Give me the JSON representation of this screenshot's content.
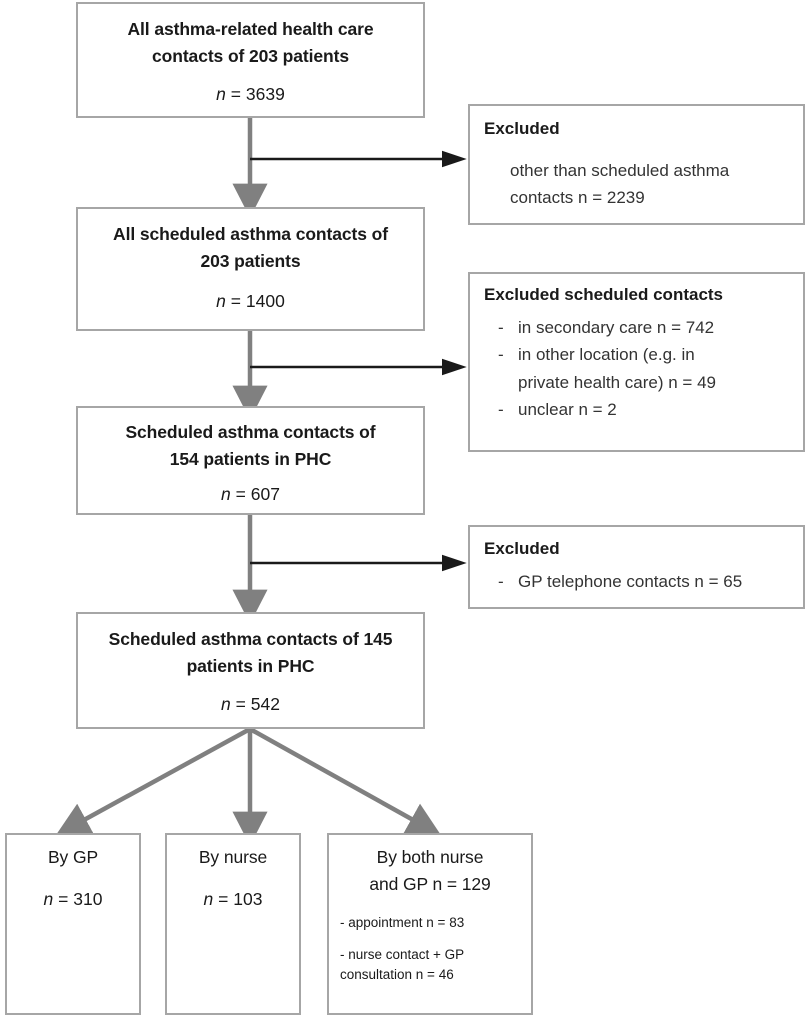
{
  "diagram": {
    "title": "Asthma health care contacts patient flow diagram",
    "colors": {
      "box_border": "#a6a6a6",
      "main_arrow": "#808080",
      "branch_arrow": "#1a1a1a",
      "text": "#1a1a1a",
      "background": "#ffffff"
    },
    "main_flow": [
      {
        "id": "all-contacts",
        "line1": "All asthma-related health care",
        "line2": "contacts of 203 patients",
        "n_label": "n",
        "n_eq": "=",
        "n_value": "3639"
      },
      {
        "id": "all-scheduled",
        "line1": "All scheduled asthma contacts of",
        "line2": "203 patients",
        "n_label": "n",
        "n_eq": "=",
        "n_value": "1400"
      },
      {
        "id": "scheduled-phc-154",
        "line1": "Scheduled asthma contacts of",
        "line2": "154 patients in PHC",
        "n_label": "n",
        "n_eq": "=",
        "n_value": "607"
      },
      {
        "id": "scheduled-phc-145",
        "line1": "Scheduled asthma contacts of 145",
        "line2": "patients in PHC",
        "n_label": "n",
        "n_eq": "=",
        "n_value": "542"
      }
    ],
    "excluded": [
      {
        "id": "excluded-1",
        "heading": "Excluded",
        "style": "paragraph",
        "lines": [
          "other than scheduled asthma",
          "contacts n = 2239"
        ],
        "items": [
          {
            "dash": "",
            "line1": "other than scheduled asthma",
            "line2": "contacts n = 2239"
          }
        ]
      },
      {
        "id": "excluded-2",
        "heading": "Excluded scheduled contacts",
        "style": "bullets",
        "items": [
          {
            "dash": "-",
            "line1": "in secondary care n = 742",
            "line2": ""
          },
          {
            "dash": "-",
            "line1": "in other location (e.g.  in",
            "line2": "private health care) n = 49"
          },
          {
            "dash": "-",
            "line1": "unclear n = 2",
            "line2": ""
          }
        ]
      },
      {
        "id": "excluded-3",
        "heading": "Excluded",
        "style": "bullets",
        "items": [
          {
            "dash": "-",
            "line1": "GP telephone contacts n = 65",
            "line2": ""
          }
        ]
      }
    ],
    "outcomes": [
      {
        "id": "by-gp",
        "title": "By GP",
        "n_label": "n",
        "n_eq": "=",
        "n_value": "310",
        "notes": []
      },
      {
        "id": "by-nurse",
        "title": "By nurse",
        "n_label": "n",
        "n_eq": "=",
        "n_value": "103",
        "notes": []
      },
      {
        "id": "by-both",
        "title_line1": "By both nurse",
        "title_line2": "and GP n = 129",
        "notes": [
          {
            "line1": "- appointment  n = 83",
            "line2": ""
          },
          {
            "line1": "- nurse contact + GP",
            "line2": "consultation n = 46"
          }
        ]
      }
    ]
  }
}
